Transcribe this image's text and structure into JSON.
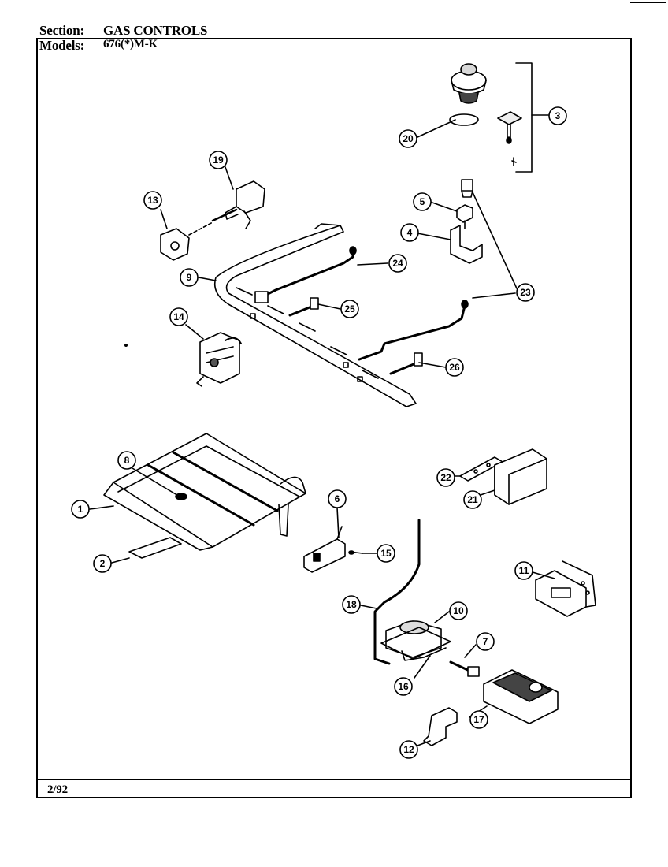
{
  "header": {
    "section_label": "Section:",
    "section_value": "GAS CONTROLS",
    "models_label": "Models:",
    "models_value": "676(*)M-K"
  },
  "footer": {
    "date": "2/92"
  },
  "callouts": [
    {
      "id": "c3",
      "number": "3"
    },
    {
      "id": "c20",
      "number": "20"
    },
    {
      "id": "c19",
      "number": "19"
    },
    {
      "id": "c13",
      "number": "13"
    },
    {
      "id": "c5",
      "number": "5"
    },
    {
      "id": "c4",
      "number": "4"
    },
    {
      "id": "c24",
      "number": "24"
    },
    {
      "id": "c9",
      "number": "9"
    },
    {
      "id": "c25",
      "number": "25"
    },
    {
      "id": "c23",
      "number": "23"
    },
    {
      "id": "c14",
      "number": "14"
    },
    {
      "id": "c26",
      "number": "26"
    },
    {
      "id": "c8",
      "number": "8"
    },
    {
      "id": "c22",
      "number": "22"
    },
    {
      "id": "c21",
      "number": "21"
    },
    {
      "id": "c1",
      "number": "1"
    },
    {
      "id": "c6",
      "number": "6"
    },
    {
      "id": "c15",
      "number": "15"
    },
    {
      "id": "c2",
      "number": "2"
    },
    {
      "id": "c11",
      "number": "11"
    },
    {
      "id": "c18",
      "number": "18"
    },
    {
      "id": "c10",
      "number": "10"
    },
    {
      "id": "c7",
      "number": "7"
    },
    {
      "id": "c16",
      "number": "16"
    },
    {
      "id": "c17",
      "number": "17"
    },
    {
      "id": "c12",
      "number": "12"
    }
  ]
}
